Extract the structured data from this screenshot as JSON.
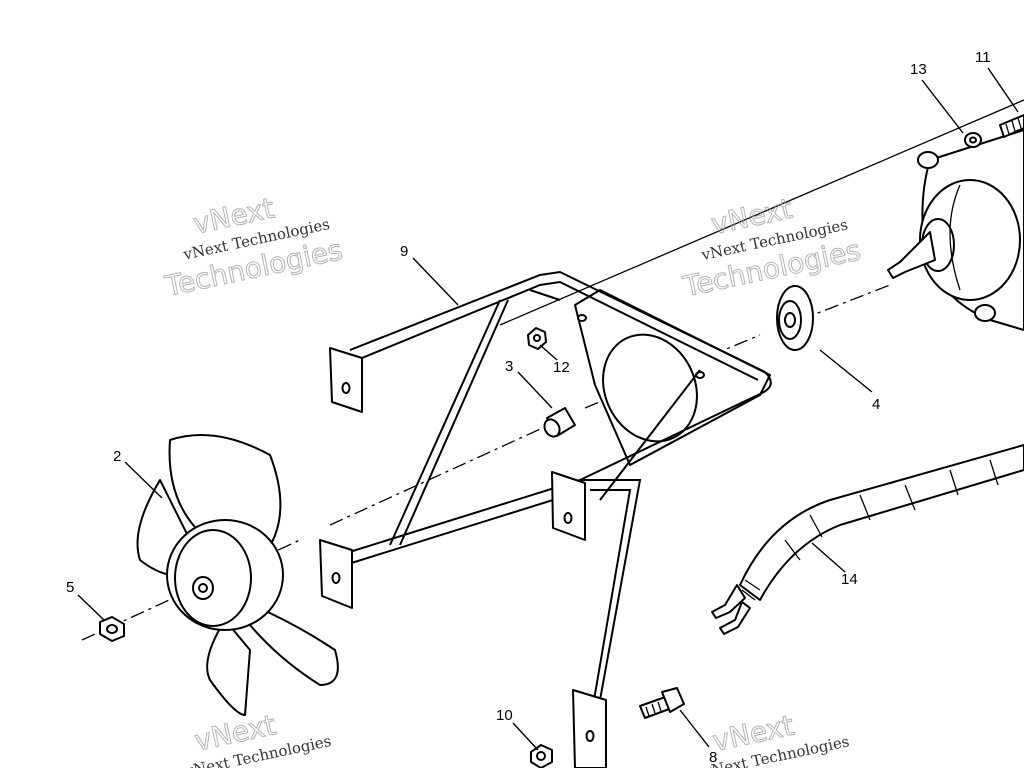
{
  "callouts": [
    {
      "id": "c2",
      "text": "2"
    },
    {
      "id": "c3",
      "text": "3"
    },
    {
      "id": "c4",
      "text": "4"
    },
    {
      "id": "c5",
      "text": "5"
    },
    {
      "id": "c8",
      "text": "8"
    },
    {
      "id": "c9",
      "text": "9"
    },
    {
      "id": "c10",
      "text": "10"
    },
    {
      "id": "c11",
      "text": "11"
    },
    {
      "id": "c12",
      "text": "12"
    },
    {
      "id": "c13",
      "text": "13"
    },
    {
      "id": "c14",
      "text": "14"
    }
  ],
  "watermark": {
    "brand": "vNext",
    "company": "vNext Technologies",
    "word": "Technologies"
  }
}
